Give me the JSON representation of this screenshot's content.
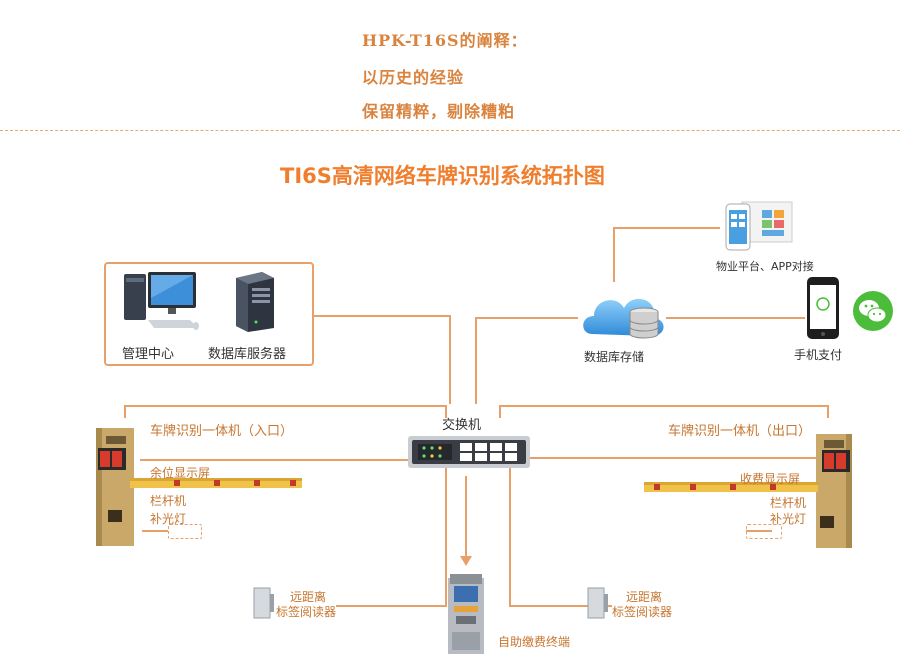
{
  "header": {
    "line1": "HPK-T16S的阐释：",
    "line2": "以历史的经验",
    "line3": "保留精粹，剔除糟粕"
  },
  "diagram": {
    "title": "TI6S高清网络车牌识别系统拓扑图",
    "management_center": "管理中心",
    "database_server": "数据库服务器",
    "database_storage": "数据库存储",
    "property_platform": "物业平台、APP对接",
    "mobile_payment": "手机支付",
    "switch": "交换机",
    "lpr_entry": "车牌识别一体机（入口）",
    "lpr_exit": "车牌识别一体机（出口）",
    "remaining_display": "余位显示屏",
    "fee_display": "收费显示屏",
    "barrier_left": "栏杆机",
    "fill_light_left": "补光灯",
    "barrier_right": "栏杆机",
    "fill_light_right": "补光灯",
    "reader_left_line1": "远距离",
    "reader_left_line2": "标签阅读器",
    "reader_right_line1": "远距离",
    "reader_right_line2": "标签阅读器",
    "kiosk": "自助缴费终端"
  },
  "colors": {
    "accent": "#ef7f2f",
    "wire": "#e8a06b",
    "gate": "#c9a869",
    "barrier_bar": "#f0c24a",
    "wechat": "#4bbd3a",
    "cloud": "#4aa6e8"
  }
}
